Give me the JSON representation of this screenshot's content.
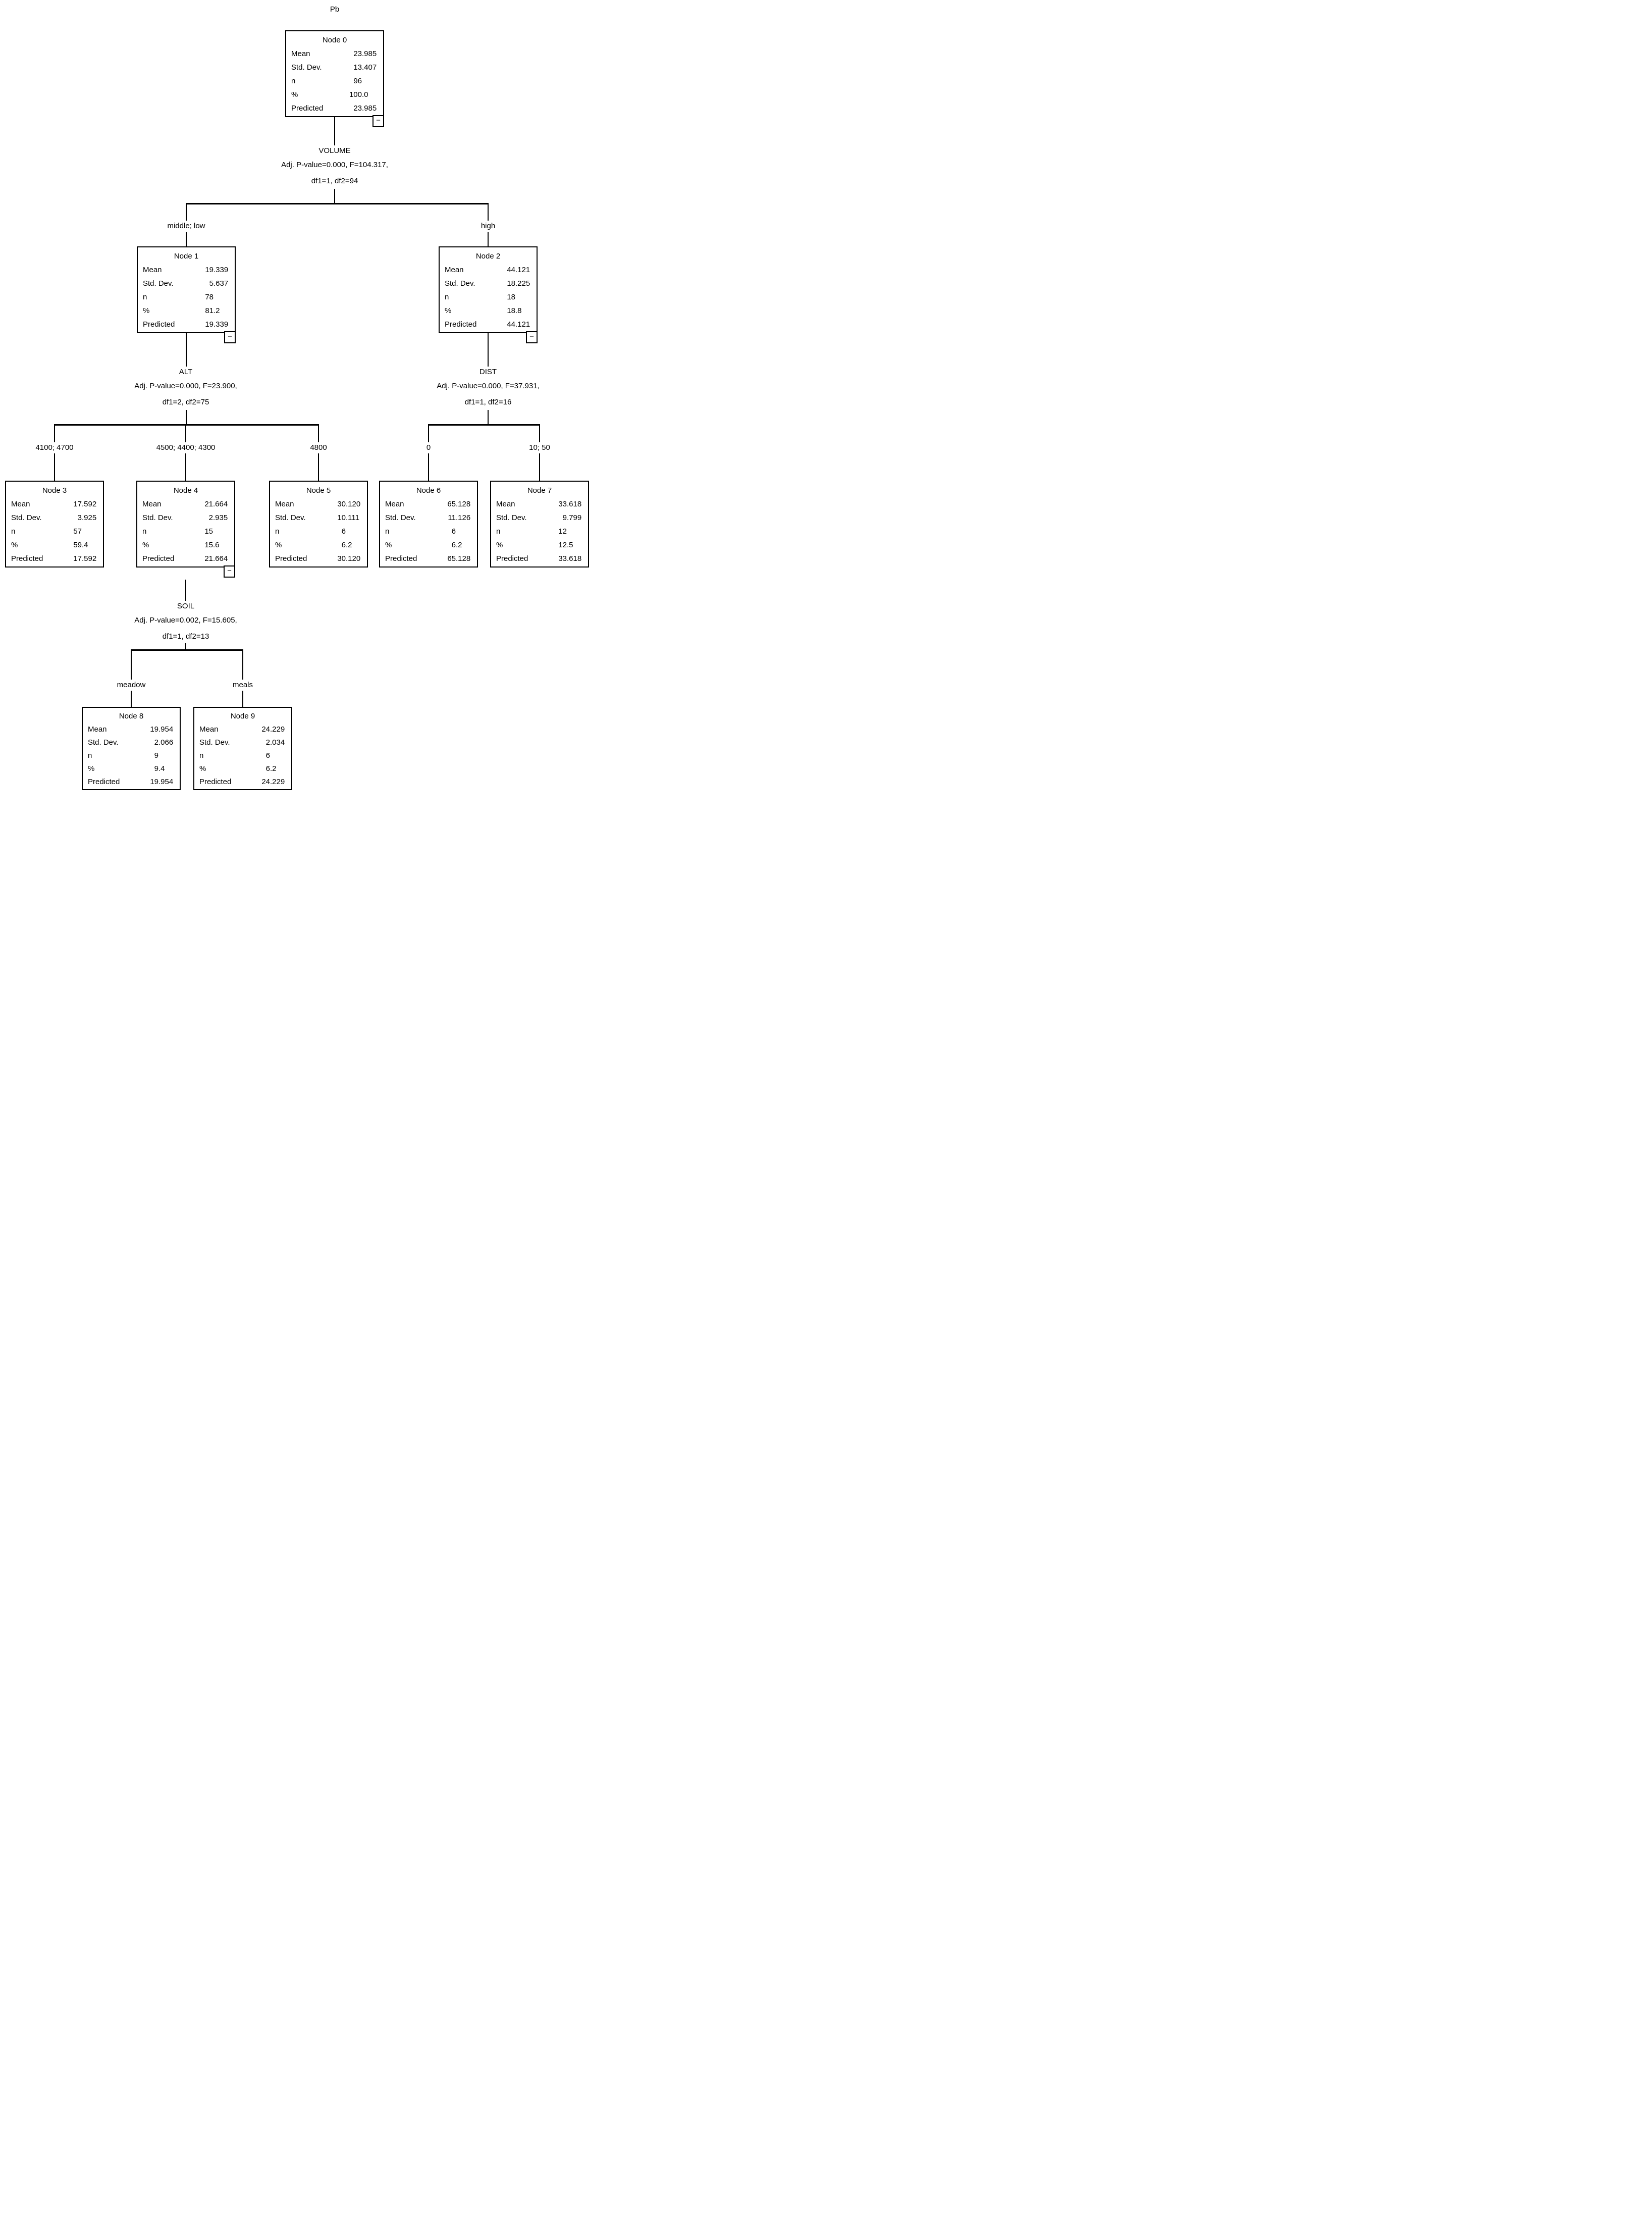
{
  "title": "Pb",
  "colors": {
    "foreground": "#000000",
    "background": "#ffffff"
  },
  "icons": {
    "collapse_minus": "−"
  },
  "stat_labels": {
    "mean": "Mean",
    "std_dev": "Std. Dev.",
    "n": "n",
    "pct": "%",
    "predicted": "Predicted"
  },
  "nodes": [
    {
      "title": "Node 0",
      "mean": "23.985",
      "std_dev": "13.407",
      "n": "96",
      "pct": "100.0",
      "predicted": "23.985",
      "collapsible": true
    },
    {
      "title": "Node 1",
      "mean": "19.339",
      "std_dev": "5.637",
      "n": "78",
      "pct": "81.2",
      "predicted": "19.339",
      "collapsible": true
    },
    {
      "title": "Node 2",
      "mean": "44.121",
      "std_dev": "18.225",
      "n": "18",
      "pct": "18.8",
      "predicted": "44.121",
      "collapsible": true
    },
    {
      "title": "Node 3",
      "mean": "17.592",
      "std_dev": "3.925",
      "n": "57",
      "pct": "59.4",
      "predicted": "17.592",
      "collapsible": false
    },
    {
      "title": "Node 4",
      "mean": "21.664",
      "std_dev": "2.935",
      "n": "15",
      "pct": "15.6",
      "predicted": "21.664",
      "collapsible": true
    },
    {
      "title": "Node 5",
      "mean": "30.120",
      "std_dev": "10.111",
      "n": "6",
      "pct": "6.2",
      "predicted": "30.120",
      "collapsible": false
    },
    {
      "title": "Node 6",
      "mean": "65.128",
      "std_dev": "11.126",
      "n": "6",
      "pct": "6.2",
      "predicted": "65.128",
      "collapsible": false
    },
    {
      "title": "Node 7",
      "mean": "33.618",
      "std_dev": "9.799",
      "n": "12",
      "pct": "12.5",
      "predicted": "33.618",
      "collapsible": false
    },
    {
      "title": "Node 8",
      "mean": "19.954",
      "std_dev": "2.066",
      "n": "9",
      "pct": "9.4",
      "predicted": "19.954",
      "collapsible": false
    },
    {
      "title": "Node 9",
      "mean": "24.229",
      "std_dev": "2.034",
      "n": "6",
      "pct": "6.2",
      "predicted": "24.229",
      "collapsible": false
    }
  ],
  "splits": [
    {
      "parent_node": 0,
      "variable": "VOLUME",
      "stats": "Adj. P-value=0.000, F=104.317,",
      "df": "df1=1, df2=94",
      "branches": [
        {
          "label": "middle; low",
          "child_node": 1
        },
        {
          "label": "high",
          "child_node": 2
        }
      ]
    },
    {
      "parent_node": 1,
      "variable": "ALT",
      "stats": "Adj. P-value=0.000, F=23.900,",
      "df": "df1=2, df2=75",
      "branches": [
        {
          "label": "4100; 4700",
          "child_node": 3
        },
        {
          "label": "4500; 4400; 4300",
          "child_node": 4
        },
        {
          "label": "4800",
          "child_node": 5
        }
      ]
    },
    {
      "parent_node": 2,
      "variable": "DIST",
      "stats": "Adj. P-value=0.000, F=37.931,",
      "df": "df1=1, df2=16",
      "branches": [
        {
          "label": "0",
          "child_node": 6
        },
        {
          "label": "10; 50",
          "child_node": 7
        }
      ]
    },
    {
      "parent_node": 4,
      "variable": "SOIL",
      "stats": "Adj. P-value=0.002, F=15.605,",
      "df": "df1=1, df2=13",
      "branches": [
        {
          "label": "meadow",
          "child_node": 8
        },
        {
          "label": "meals",
          "child_node": 9
        }
      ]
    }
  ]
}
